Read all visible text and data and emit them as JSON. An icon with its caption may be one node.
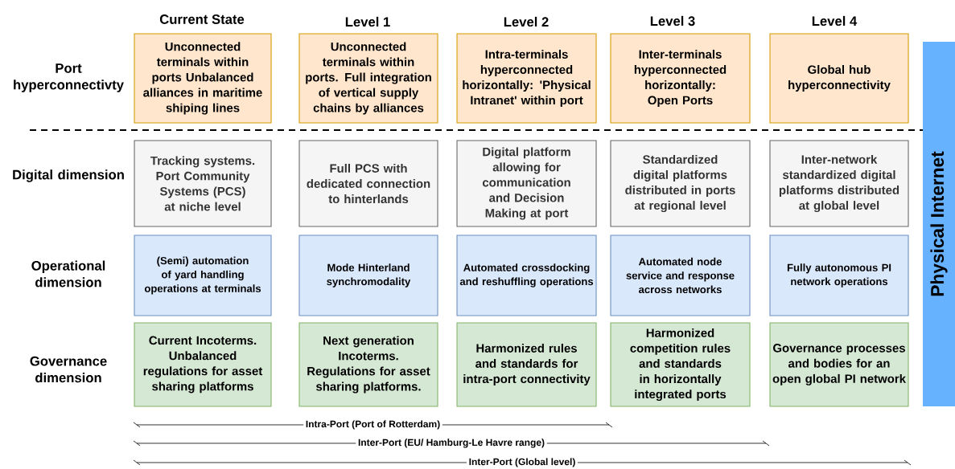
{
  "diagram": {
    "nodes": [
      {
        "text": [
          "Unconnected terminals within ports Unbalanced alliances in maritime shiping lines"
        ]
      },
      {
        "text": [
          "Unconnected terminals within ports. Full integration of vertical supply chains by alliances"
        ]
      },
      {
        "text": [
          "Intra-terminals hyperconnected horizontally: 'Physical Intranet' within port"
        ]
      },
      {
        "text": [
          "Inter-terminals hyperconnected horizontally: Open Ports"
        ]
      },
      {
        "text": [
          "Global hub hyperconnectivity"
        ]
      },
      {
        "text": [
          "Tracking systems. Port Community Systems (PCS) at niche level"
        ]
      },
      {
        "text": [
          "Full PCS with dedicated connection to hinterlands"
        ]
      },
      {
        "text": [
          "Digital platform allowing for communication and Decision Making at port"
        ]
      },
      {
        "text": [
          "Standardized digital platforms distributed in ports at regional level"
        ]
      },
      {
        "text": [
          "Inter-network standardized digital platforms distributed at global level"
        ]
      },
      {
        "text": [
          "(Semi) automation of yard handling operations at terminals"
        ]
      },
      {
        "text": [
          "Mode Hinterland synchromodality"
        ]
      },
      {
        "text": [
          "Automated crossdocking and reshuffling operations"
        ]
      },
      {
        "text": [
          "Automated node service and response across networks"
        ]
      },
      {
        "text": [
          "Fully autonomous PI network operations"
        ]
      },
      {
        "text": [
          "Current Incoterms. Unbalanced regulations for asset sharing platforms"
        ]
      },
      {
        "text": [
          "Next generation Incoterms. Regulations for asset sharing platforms."
        ]
      },
      {
        "text": [
          "Harmonized rules and standards for intra-port connectivity"
        ]
      },
      {
        "text": [
          "Harmonized competition rules and standards in horizontally integrated ports"
        ]
      },
      {
        "text": [
          "Governance processes and bodies for an open global PI network"
        ]
      },
      {
        "text": [
          "Physical Internet"
        ]
      }
    ],
    "labels": [
      "Current State",
      "Level 1",
      "Level 2",
      "Level 3",
      "Level 4",
      "Port hyperconnectivty",
      "Digital dimension",
      "Operational dimension",
      "Governance dimension",
      "Intra-Port (Port of Rotterdam)",
      "Inter-Port (EU/ Hamburg-Le Havre range)",
      "Inter-Port (Global level)"
    ]
  }
}
